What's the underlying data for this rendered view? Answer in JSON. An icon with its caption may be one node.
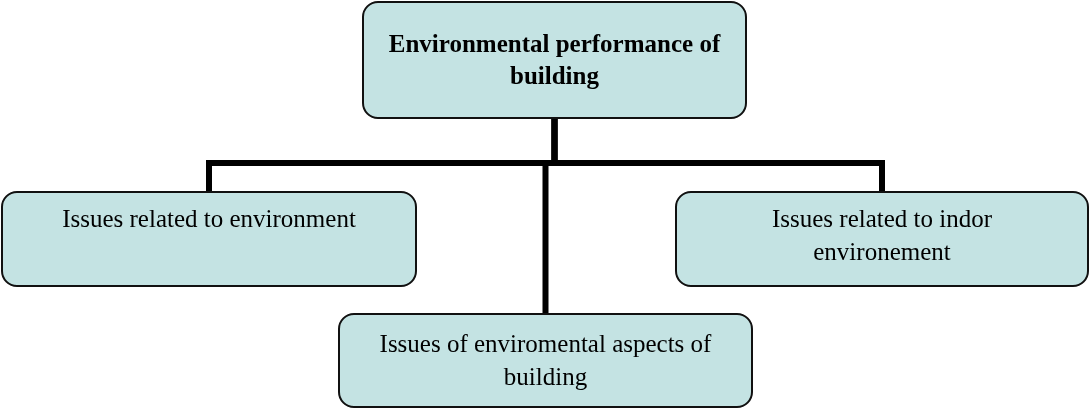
{
  "diagram": {
    "nodes": [
      {
        "text": [
          "Environmental performance of building"
        ]
      },
      {
        "text": [
          "Issues related to environment"
        ]
      },
      {
        "text": [
          "Issues related to indor environement"
        ]
      },
      {
        "text": [
          "Issues of enviromental aspects of building"
        ]
      }
    ],
    "edges": [
      {
        "from": 0,
        "to": 1,
        "arrow": "none"
      },
      {
        "from": 0,
        "to": 2,
        "arrow": "none"
      },
      {
        "from": 0,
        "to": 3,
        "arrow": "none"
      }
    ]
  }
}
